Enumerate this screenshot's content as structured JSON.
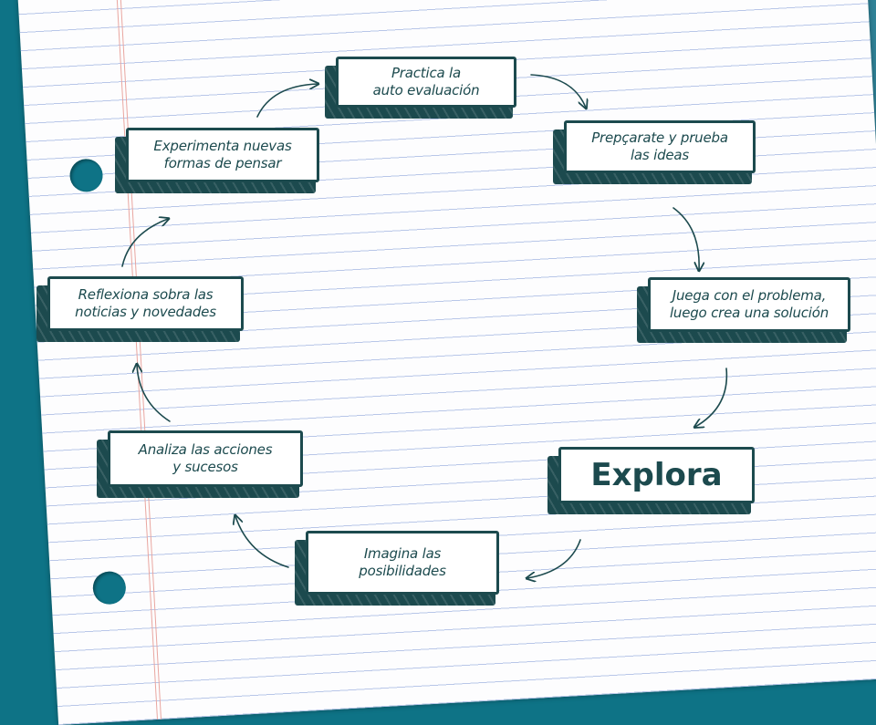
{
  "colors": {
    "background": "#0e7386",
    "panel_light": "#4f8fa0",
    "panel_mid": "#2f8297",
    "paper": "#fdfdfe",
    "ruled_line": "#b8c6e8",
    "margin_line": "#e9a6a0",
    "box_dark": "#1c4a4e"
  },
  "diagram": {
    "type": "cycle",
    "steps": [
      {
        "id": "practica",
        "label": "Practica la\nauto evaluación"
      },
      {
        "id": "preparate",
        "label": "Prepçarate y prueba\nlas ideas"
      },
      {
        "id": "juega",
        "label": "Juega con el problema,\nluego crea una solución"
      },
      {
        "id": "explora",
        "label": "Explora"
      },
      {
        "id": "imagina",
        "label": "Imagina las\nposibilidades"
      },
      {
        "id": "analiza",
        "label": "Analiza las acciones\ny sucesos"
      },
      {
        "id": "reflexiona",
        "label": "Reflexiona sobra las\nnoticias y novedades"
      },
      {
        "id": "experimenta",
        "label": "Experimenta nuevas\nformas de pensar"
      }
    ],
    "connections": [
      {
        "from": "practica",
        "to": "preparate"
      },
      {
        "from": "preparate",
        "to": "juega"
      },
      {
        "from": "juega",
        "to": "explora"
      },
      {
        "from": "explora",
        "to": "imagina"
      },
      {
        "from": "imagina",
        "to": "analiza"
      },
      {
        "from": "analiza",
        "to": "reflexiona"
      },
      {
        "from": "reflexiona",
        "to": "experimenta"
      },
      {
        "from": "experimenta",
        "to": "practica"
      }
    ]
  }
}
